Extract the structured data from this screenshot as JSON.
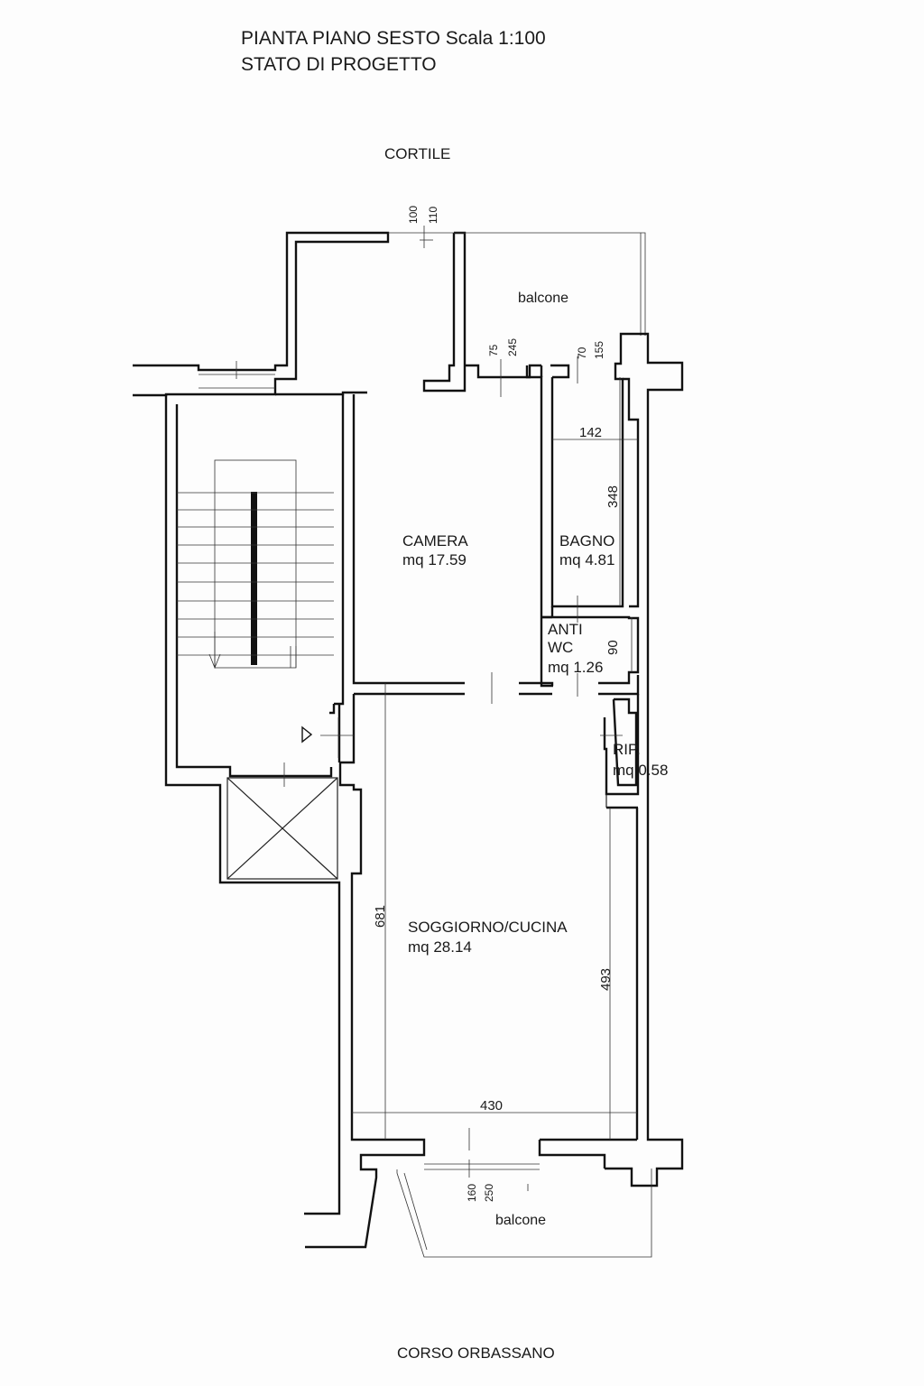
{
  "title": {
    "line1": "PIANTA PIANO SESTO Scala 1:100",
    "line2": "STATO DI PROGETTO"
  },
  "orientation": {
    "top": "CORTILE",
    "bottom": "CORSO ORBASSANO"
  },
  "rooms": {
    "balcone_top": {
      "name": "balcone"
    },
    "camera": {
      "name": "CAMERA",
      "area": "mq 17.59"
    },
    "bagno": {
      "name": "BAGNO",
      "area": "mq 4.81"
    },
    "antiwc": {
      "name1": "ANTI",
      "name2": "WC",
      "area": "mq 1.26"
    },
    "rip": {
      "name": "RIP.",
      "area": "mq 0.58"
    },
    "soggiorno": {
      "name": "SOGGIORNO/CUCINA",
      "area": "mq 28.14"
    },
    "balcone_bottom": {
      "name": "balcone"
    }
  },
  "dimensions": {
    "d100": "100",
    "d110": "110",
    "d75": "75",
    "d245": "245",
    "d70": "70",
    "d155": "155",
    "d142": "142",
    "d348": "348",
    "d90": "90",
    "d681": "681",
    "d493": "493",
    "d430": "430",
    "d160": "160",
    "d250": "250"
  }
}
